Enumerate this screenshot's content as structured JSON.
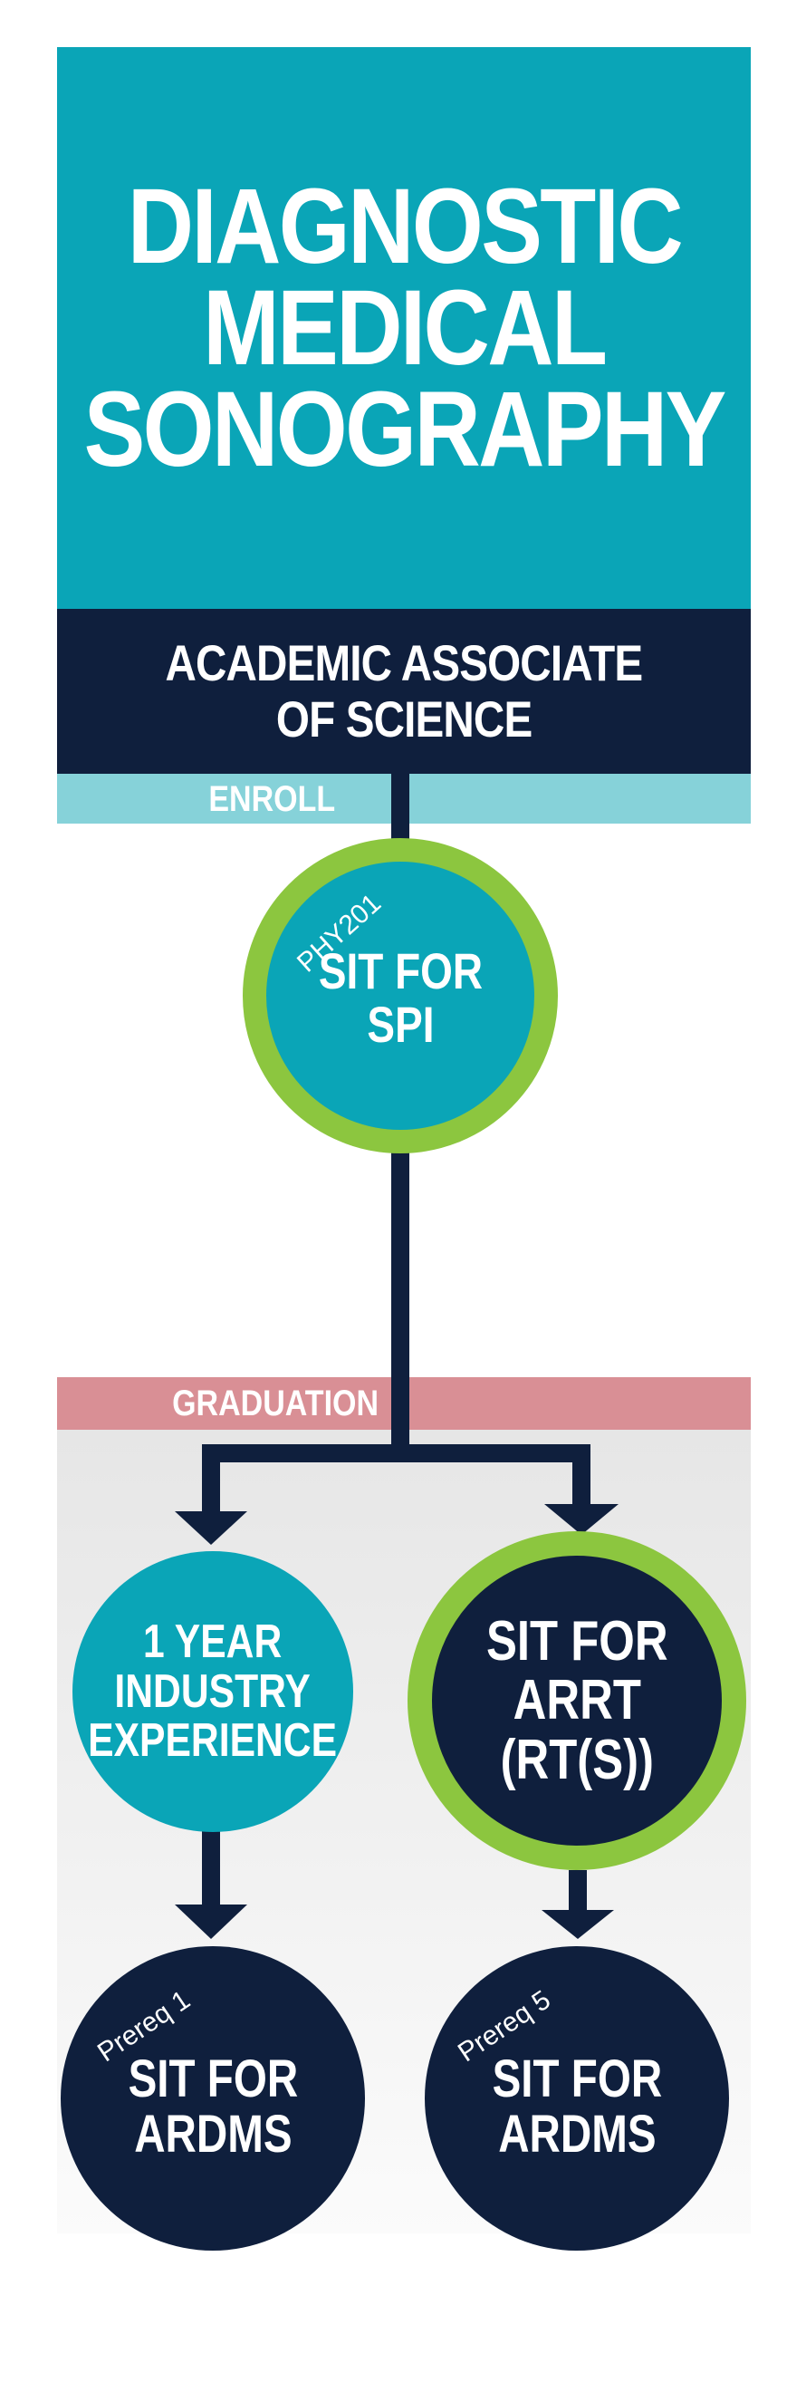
{
  "title": {
    "lines": [
      "DIAGNOSTIC",
      "MEDICAL",
      "SONOGRAPHY"
    ]
  },
  "degree": {
    "lines": [
      "ACADEMIC ASSOCIATE",
      "OF SCIENCE"
    ]
  },
  "stages": {
    "enroll": "ENROLL",
    "graduation": "GRADUATION"
  },
  "nodes": {
    "spi": {
      "tag": "PHY201",
      "lines": [
        "SIT FOR",
        "SPI"
      ]
    },
    "experience": {
      "lines": [
        "1 YEAR",
        "INDUSTRY",
        "EXPERIENCE"
      ]
    },
    "arrt": {
      "lines": [
        "SIT FOR",
        "ARRT",
        "(RT(S))"
      ]
    },
    "ardms_left": {
      "tag": "Prereq 1",
      "lines": [
        "SIT FOR",
        "ARDMS"
      ]
    },
    "ardms_right": {
      "tag": "Prereq 5",
      "lines": [
        "SIT FOR",
        "ARDMS"
      ]
    }
  },
  "colors": {
    "teal": "#0aa5b7",
    "navy": "#0f1f3d",
    "green": "#8cc63f",
    "light_teal": "#86d2d9",
    "rose": "#d98f95"
  }
}
